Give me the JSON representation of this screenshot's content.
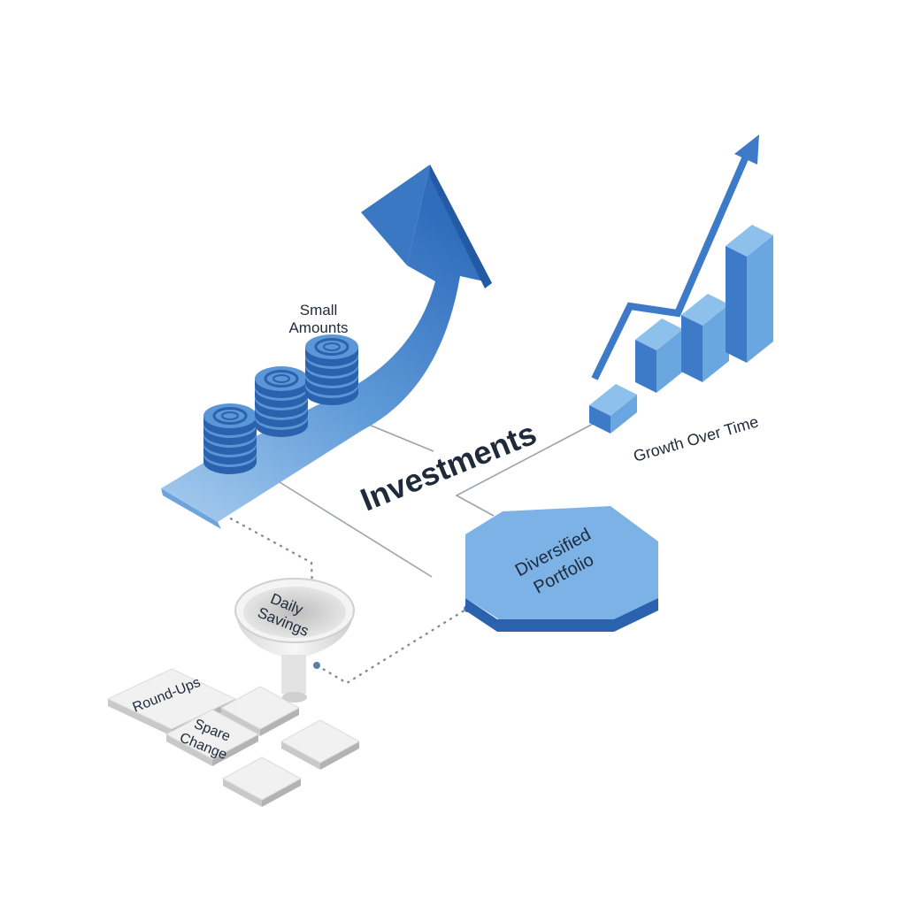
{
  "colors": {
    "accent": "#3d7bc8",
    "accent_dark": "#2b62ad",
    "accent_light": "#6aa6e0",
    "accent_pale": "#8ec0ec",
    "tile_top": "#f2f2f2",
    "tile_side": "#cfcfcf",
    "connector": "#9aa4ad",
    "text": "#1f2a3a"
  },
  "labels": {
    "small_amounts_line1": "Small",
    "small_amounts_line2": "Amounts",
    "investments": "Investments",
    "growth_over_time": "Growth Over Time",
    "diversified_line1": "Diversified",
    "diversified_line2": "Portfolio",
    "daily_line1": "Daily",
    "daily_line2": "Savings",
    "round_ups": "Round-Ups",
    "spare_line1": "Spare",
    "spare_line2": "Change"
  },
  "icons": {
    "coin_stacks": "coin-stack-icon",
    "growth_arrow": "upward-arrow-icon",
    "growth_chart": "bar-chart-icon",
    "funnel": "funnel-icon",
    "portfolio": "octagon-platform-icon"
  }
}
